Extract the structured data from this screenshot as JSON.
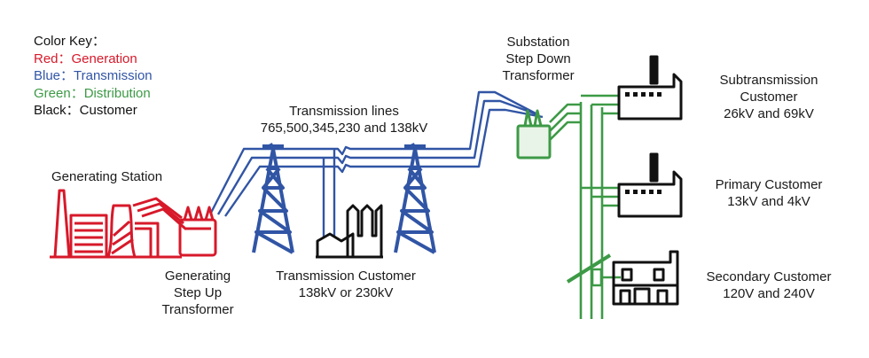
{
  "colors": {
    "generation": "#d7192a",
    "transmission": "#3155a5",
    "distribution": "#3d9a46",
    "customer": "#111111"
  },
  "color_key": {
    "title": "Color Key：",
    "red": "Red：Generation",
    "blue": "Blue：Transmission",
    "green": "Green：Distribution",
    "black": "Black：Customer"
  },
  "labels": {
    "generating_station": "Generating Station",
    "step_up_line1": "Generating",
    "step_up_line2": "Step Up",
    "step_up_line3": "Transformer",
    "transmission_lines_line1": "Transmission lines",
    "transmission_lines_line2": "765,500,345,230 and 138kV",
    "transmission_customer_line1": "Transmission Customer",
    "transmission_customer_line2": "138kV or 230kV",
    "substation_line1": "Substation",
    "substation_line2": "Step Down",
    "substation_line3": "Transformer",
    "subtransmission_line1": "Subtransmission",
    "subtransmission_line2": "Customer",
    "subtransmission_line3": "26kV and 69kV",
    "primary_line1": "Primary Customer",
    "primary_line2": "13kV and 4kV",
    "secondary_line1": "Secondary Customer",
    "secondary_line2": "120V and 240V"
  }
}
